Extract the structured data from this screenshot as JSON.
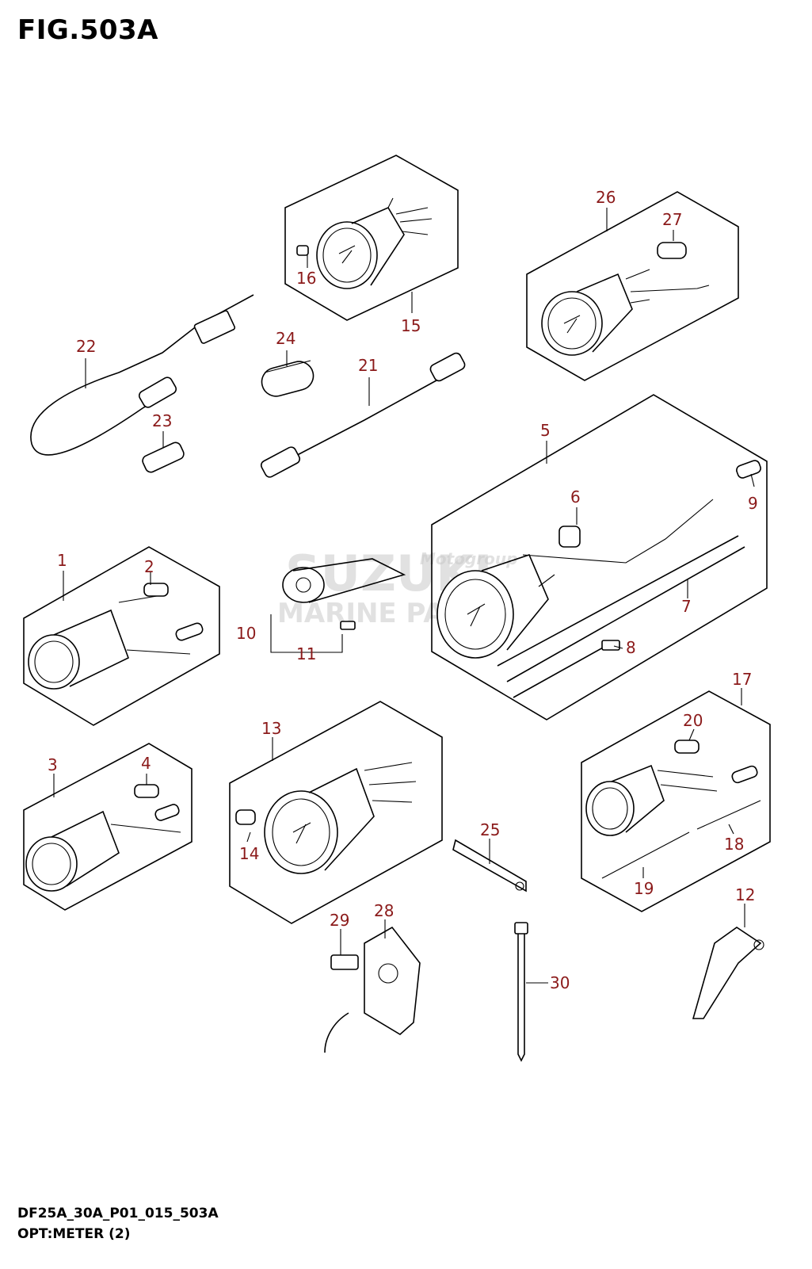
{
  "figure": {
    "title": "FIG.503A",
    "code": "DF25A_30A_P01_015_503A",
    "name": "OPT:METER (2)"
  },
  "watermark": {
    "brand": "SUZUKI",
    "line1": "Motogroup",
    "line2": "MARINE PARTS"
  },
  "callouts": [
    "1",
    "2",
    "3",
    "4",
    "5",
    "6",
    "7",
    "8",
    "9",
    "10",
    "11",
    "12",
    "13",
    "14",
    "15",
    "16",
    "17",
    "18",
    "19",
    "20",
    "21",
    "22",
    "23",
    "24",
    "25",
    "26",
    "27",
    "28",
    "29",
    "30"
  ]
}
